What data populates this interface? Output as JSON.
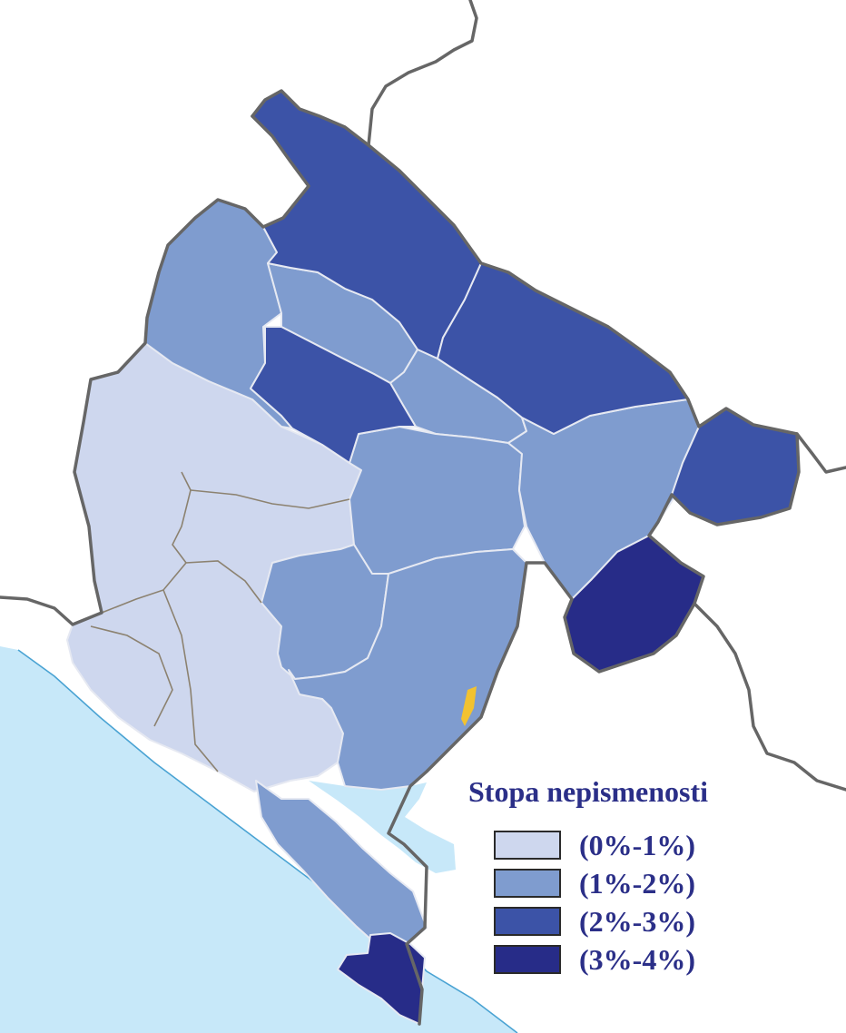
{
  "legend": {
    "title": "Stopa nepismenosti",
    "items": [
      {
        "label": "(0%-1%)",
        "color": "#ced7ee"
      },
      {
        "label": "(1%-2%)",
        "color": "#7f9ccf"
      },
      {
        "label": "(2%-3%)",
        "color": "#3c53a7"
      },
      {
        "label": "(3%-4%)",
        "color": "#272c88"
      }
    ]
  },
  "colors": {
    "sea": "#c7e8f9",
    "background": "#ffffff",
    "border": "#666666",
    "highlight": "#f2c230"
  }
}
